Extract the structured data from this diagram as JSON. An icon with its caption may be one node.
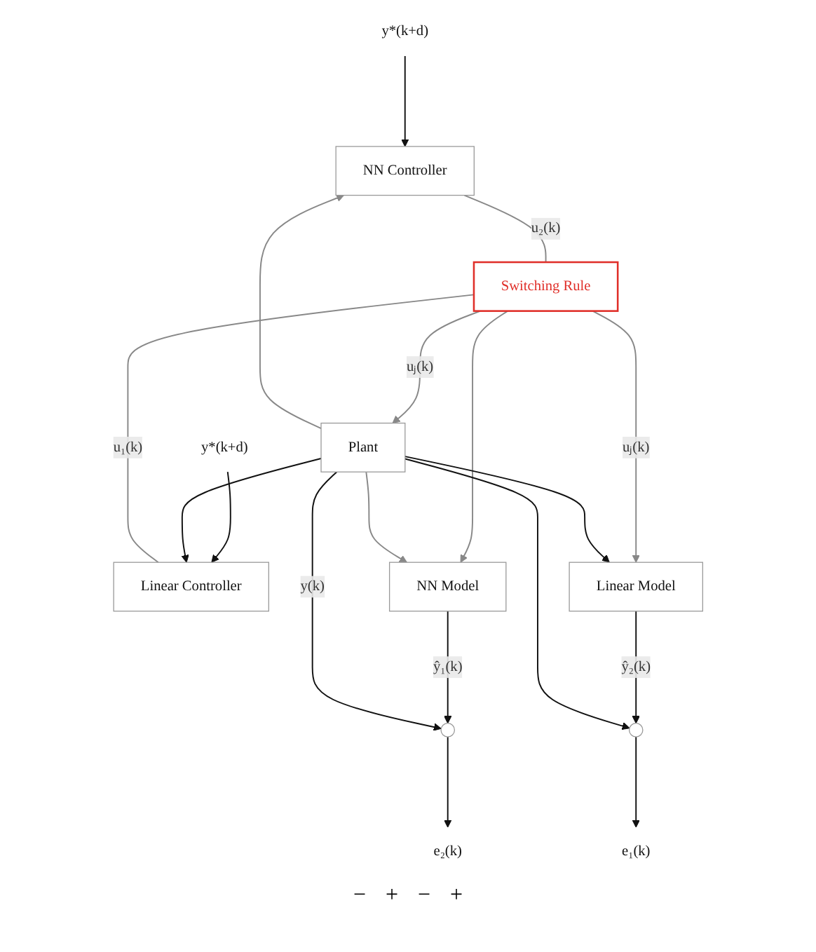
{
  "diagram": {
    "nodes": [
      {
        "text": [
          "y*(k+d)"
        ]
      },
      {
        "text": [
          "y*(k+d)"
        ]
      },
      {
        "text": [
          "NN Controller"
        ]
      },
      {
        "text": [
          "Linear Controller"
        ]
      },
      {
        "text": [
          "Switching Rule"
        ]
      },
      {
        "text": [
          "Linear Model"
        ]
      },
      {
        "text": [],
        "shape": "circle"
      },
      {
        "text": [
          "NN Model"
        ]
      },
      {
        "text": [],
        "shape": "circle"
      },
      {
        "text": [
          "Plant"
        ]
      },
      {
        "text": [
          "e₁(k)"
        ]
      },
      {
        "text": [
          "e₂(k)"
        ]
      }
    ],
    "edges": [
      {
        "from": 0,
        "to": 2,
        "arrow": "to"
      },
      {
        "from": 1,
        "to": 3,
        "arrow": "to"
      },
      {
        "from": 9,
        "to": 2,
        "arrow": "to",
        "color": "#888888"
      },
      {
        "from": 9,
        "to": 3,
        "arrow": "to"
      },
      {
        "from": 2,
        "to": 4,
        "label": "u₂(k)",
        "arrow": "none",
        "color": "#888888"
      },
      {
        "from": 3,
        "to": 4,
        "label": "u₁(k)",
        "arrow": "none",
        "color": "#888888"
      },
      {
        "from": 4,
        "to": 5,
        "label": "uⱼ(k)",
        "arrow": "to",
        "color": "#888888"
      },
      {
        "from": 4,
        "to": 7,
        "arrow": "to",
        "color": "#888888"
      },
      {
        "from": 4,
        "to": 9,
        "label": "uⱼ(k)",
        "arrow": "to",
        "color": "#888888"
      },
      {
        "from": 5,
        "to": 8,
        "label": "ŷ₂(k)",
        "arrow": "to"
      },
      {
        "from": 7,
        "to": 6,
        "label": "ŷ₁(k)",
        "arrow": "to"
      },
      {
        "from": 9,
        "to": 7,
        "arrow": "to",
        "color": "#888888"
      },
      {
        "from": 9,
        "to": 6,
        "label": "y(k)",
        "arrow": "to"
      },
      {
        "from": 9,
        "to": 5,
        "arrow": "to"
      },
      {
        "from": 9,
        "to": 8,
        "arrow": "to"
      },
      {
        "from": 8,
        "to": 10,
        "arrow": "to"
      },
      {
        "from": 6,
        "to": 11,
        "arrow": "to"
      }
    ],
    "labels": [
      "−",
      "+",
      "−",
      "+"
    ]
  }
}
